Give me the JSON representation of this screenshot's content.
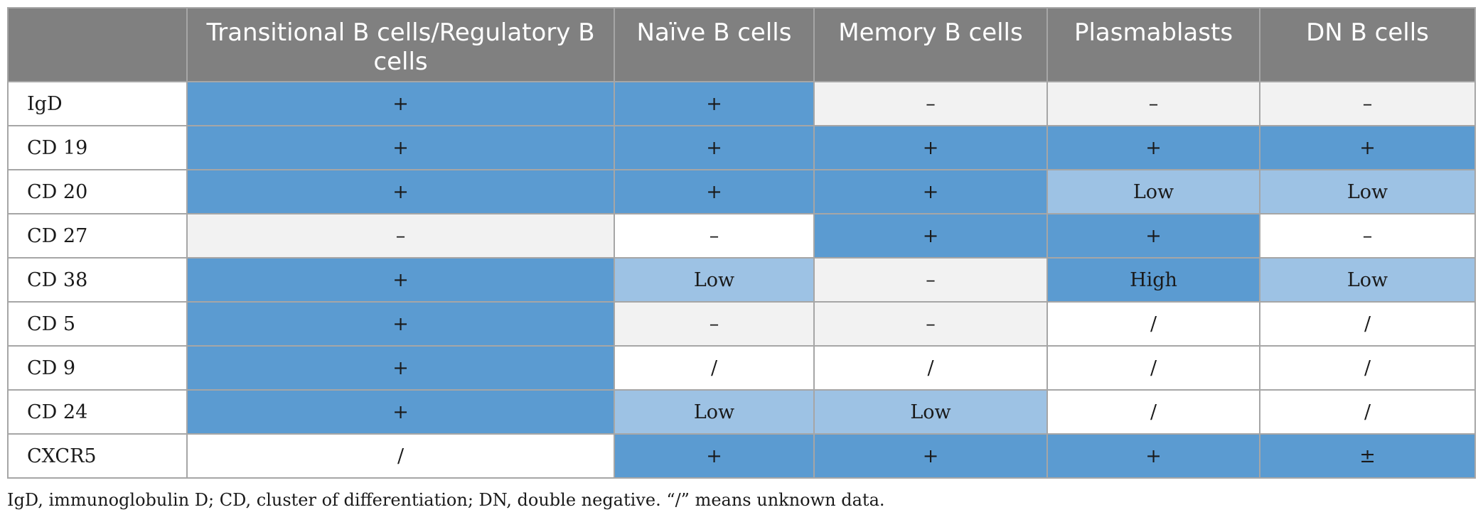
{
  "table": {
    "header": [
      "",
      "Transitional B cells/Regulatory B cells",
      "Naïve B cells",
      "Memory B cells",
      "Plasmablasts",
      "DN B cells"
    ],
    "rows": [
      {
        "marker": "IgD",
        "cells": [
          {
            "v": "+",
            "c": "blue"
          },
          {
            "v": "+",
            "c": "blue"
          },
          {
            "v": "–",
            "c": "grey"
          },
          {
            "v": "–",
            "c": "grey"
          },
          {
            "v": "–",
            "c": "grey"
          }
        ]
      },
      {
        "marker": "CD 19",
        "cells": [
          {
            "v": "+",
            "c": "blue"
          },
          {
            "v": "+",
            "c": "blue"
          },
          {
            "v": "+",
            "c": "blue"
          },
          {
            "v": "+",
            "c": "blue"
          },
          {
            "v": "+",
            "c": "blue"
          }
        ]
      },
      {
        "marker": "CD 20",
        "cells": [
          {
            "v": "+",
            "c": "blue"
          },
          {
            "v": "+",
            "c": "blue"
          },
          {
            "v": "+",
            "c": "blue"
          },
          {
            "v": "Low",
            "c": "light"
          },
          {
            "v": "Low",
            "c": "light"
          }
        ]
      },
      {
        "marker": "CD 27",
        "cells": [
          {
            "v": "–",
            "c": "grey"
          },
          {
            "v": "–",
            "c": "white"
          },
          {
            "v": "+",
            "c": "blue"
          },
          {
            "v": "+",
            "c": "blue"
          },
          {
            "v": "–",
            "c": "white"
          }
        ]
      },
      {
        "marker": "CD 38",
        "cells": [
          {
            "v": "+",
            "c": "blue"
          },
          {
            "v": "Low",
            "c": "light"
          },
          {
            "v": "–",
            "c": "grey"
          },
          {
            "v": "High",
            "c": "blue"
          },
          {
            "v": "Low",
            "c": "light"
          }
        ]
      },
      {
        "marker": "CD 5",
        "cells": [
          {
            "v": "+",
            "c": "blue"
          },
          {
            "v": "–",
            "c": "grey"
          },
          {
            "v": "–",
            "c": "grey"
          },
          {
            "v": "/",
            "c": "white"
          },
          {
            "v": "/",
            "c": "white"
          }
        ]
      },
      {
        "marker": "CD 9",
        "cells": [
          {
            "v": "+",
            "c": "blue"
          },
          {
            "v": "/",
            "c": "white"
          },
          {
            "v": "/",
            "c": "white"
          },
          {
            "v": "/",
            "c": "white"
          },
          {
            "v": "/",
            "c": "white"
          }
        ]
      },
      {
        "marker": "CD 24",
        "cells": [
          {
            "v": "+",
            "c": "blue"
          },
          {
            "v": "Low",
            "c": "light"
          },
          {
            "v": "Low",
            "c": "light"
          },
          {
            "v": "/",
            "c": "white"
          },
          {
            "v": "/",
            "c": "white"
          }
        ]
      },
      {
        "marker": "CXCR5",
        "cells": [
          {
            "v": "/",
            "c": "white"
          },
          {
            "v": "+",
            "c": "blue"
          },
          {
            "v": "+",
            "c": "blue"
          },
          {
            "v": "+",
            "c": "blue"
          },
          {
            "v": "±",
            "c": "blue"
          }
        ]
      }
    ]
  },
  "colors": {
    "header_bg": "#808080",
    "blue": "#5b9bd1",
    "light": "#9dc2e4",
    "grey": "#f2f2f2",
    "white": "#ffffff",
    "border": "#a6a6a6"
  },
  "footnote": "IgD, immunoglobulin D; CD, cluster of differentiation; DN, double negative. “/” means unknown data."
}
